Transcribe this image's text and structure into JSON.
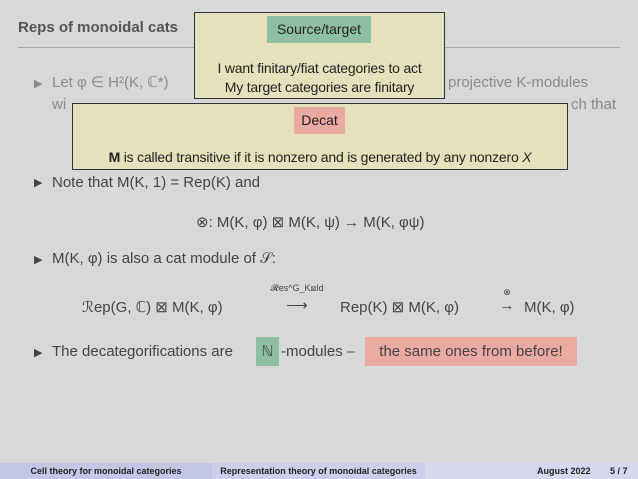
{
  "slide": {
    "title": "Reps of monoidal cats",
    "bullet1_start": "Let φ ∈ H²(K, ℂ*)",
    "bullet1_end": "projective K-modules",
    "bullet1_line2_start": "wi",
    "bullet1_line2_end": "ch that",
    "bullet2": "Note that M(K, 1) = Rep(K) and",
    "formula1": "⊗: M(K, φ) ⊠ M(K, ψ) → M(K, φψ)",
    "bullet3": "M(K, φ) is also a cat module of 𝒮:",
    "formula2_left": "ℛep(G, ℂ)  ⊠  M(K, φ)",
    "formula2_arrow_label": "𝓡es^G_K⊠Id",
    "formula2_middle": "Rep(K)  ⊠  M(K, φ)",
    "formula2_arrow2_label": "⊗",
    "formula2_right": "M(K, φ)",
    "bullet4_start": "The decategorifications are",
    "bullet4_N": "ℕ",
    "bullet4_mid": "-modules –",
    "bullet4_highlight": "the same ones from before!"
  },
  "popups": {
    "source_target": {
      "label": "Source/target",
      "line1": "I want finitary/fiat categories to act",
      "line2": "My target categories are finitary"
    },
    "decat": {
      "label": "Decat",
      "text_bold": "M",
      "text_rest": " is called transitive if it is nonzero and is generated by any nonzero ",
      "text_var": "X"
    }
  },
  "footer": {
    "left": "Cell theory for monoidal categories",
    "middle": "Representation theory of monoidal categories",
    "date": "August 2022",
    "page": "5 / 7"
  },
  "colors": {
    "background": "#d8d8d8",
    "popup_bg": "#e6e1bd",
    "green_label": "#8fbfa3",
    "red_label": "#e9aaa2",
    "footer_left": "#c4c6e6",
    "footer_middle": "#ccceec",
    "footer_right": "#d6d8f0"
  }
}
